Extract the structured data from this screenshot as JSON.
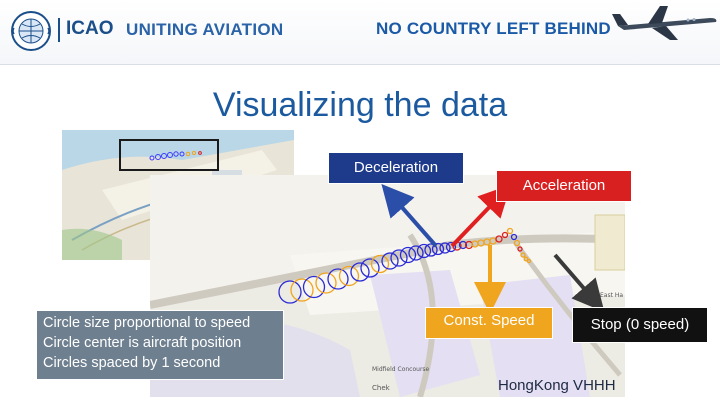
{
  "header": {
    "icao_label": "ICAO",
    "uniting_label": "UNITING AVIATION",
    "tagline": "NO COUNTRY LEFT BEHIND"
  },
  "title": "Visualizing the data",
  "labels": {
    "deceleration": "Deceleration",
    "acceleration": "Acceleration",
    "const_speed": "Const. Speed",
    "stop": "Stop (0 speed)",
    "airport": "HongKong VHHH"
  },
  "info": {
    "line1": "Circle size proportional to speed",
    "line2": "Circle center is aircraft position",
    "line3": "Circles spaced by 1 second"
  },
  "map_labels": {
    "concourse": "Midfield Concourse",
    "chek": "Chek",
    "east": "East Ha"
  },
  "colors": {
    "brand_blue": "#1c5aa0",
    "deceleration": "#1e3a8a",
    "acceleration": "#d92020",
    "const_speed": "#f0a51e",
    "stop": "#111111"
  }
}
